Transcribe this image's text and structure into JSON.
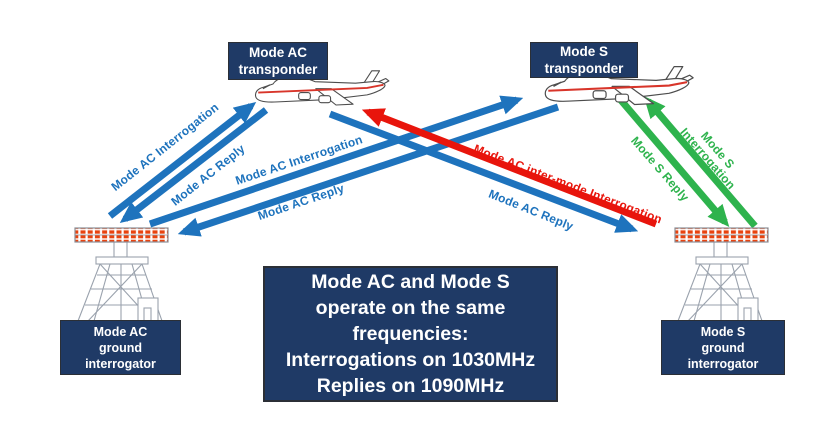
{
  "colors": {
    "background": "#ffffff",
    "navy_box": "#1F3A66",
    "arrow_blue": "#1E73BD",
    "arrow_red": "#E8150C",
    "arrow_green": "#2EB34D",
    "antenna_red": "#E8430F"
  },
  "boxes": {
    "ac_transponder": {
      "lines": [
        "Mode AC",
        "transponder"
      ]
    },
    "s_transponder": {
      "lines": [
        "Mode S",
        "transponder"
      ]
    },
    "ac_ground": {
      "lines": [
        "Mode AC",
        "ground",
        "interrogator"
      ]
    },
    "s_ground": {
      "lines": [
        "Mode S",
        "ground",
        "interrogator"
      ]
    },
    "info": {
      "lines": [
        "Mode AC and Mode S",
        "operate on the same",
        "frequencies:",
        "Interrogations on 1030MHz",
        "Replies on 1090MHz"
      ]
    }
  },
  "arrows": {
    "ac_interrogation_left": {
      "label": "Mode AC Interrogation",
      "color": "#1E73BD"
    },
    "ac_reply_left": {
      "label": "Mode AC Reply",
      "color": "#1E73BD"
    },
    "ac_interrogation_cross": {
      "label": "Mode AC Interrogation",
      "color": "#1E73BD"
    },
    "ac_reply_cross": {
      "label": "Mode AC Reply",
      "color": "#1E73BD"
    },
    "inter_mode": {
      "label": "Mode AC inter-mode Interrogation",
      "color": "#E8150C"
    },
    "ac_reply_to_s_ground": {
      "label": "Mode AC Reply",
      "color": "#1E73BD"
    },
    "s_interrogation": {
      "label_lines": [
        "Mode S",
        "Interrogation"
      ],
      "color": "#2EB34D"
    },
    "s_reply": {
      "label": "Mode S Reply",
      "color": "#2EB34D"
    }
  }
}
